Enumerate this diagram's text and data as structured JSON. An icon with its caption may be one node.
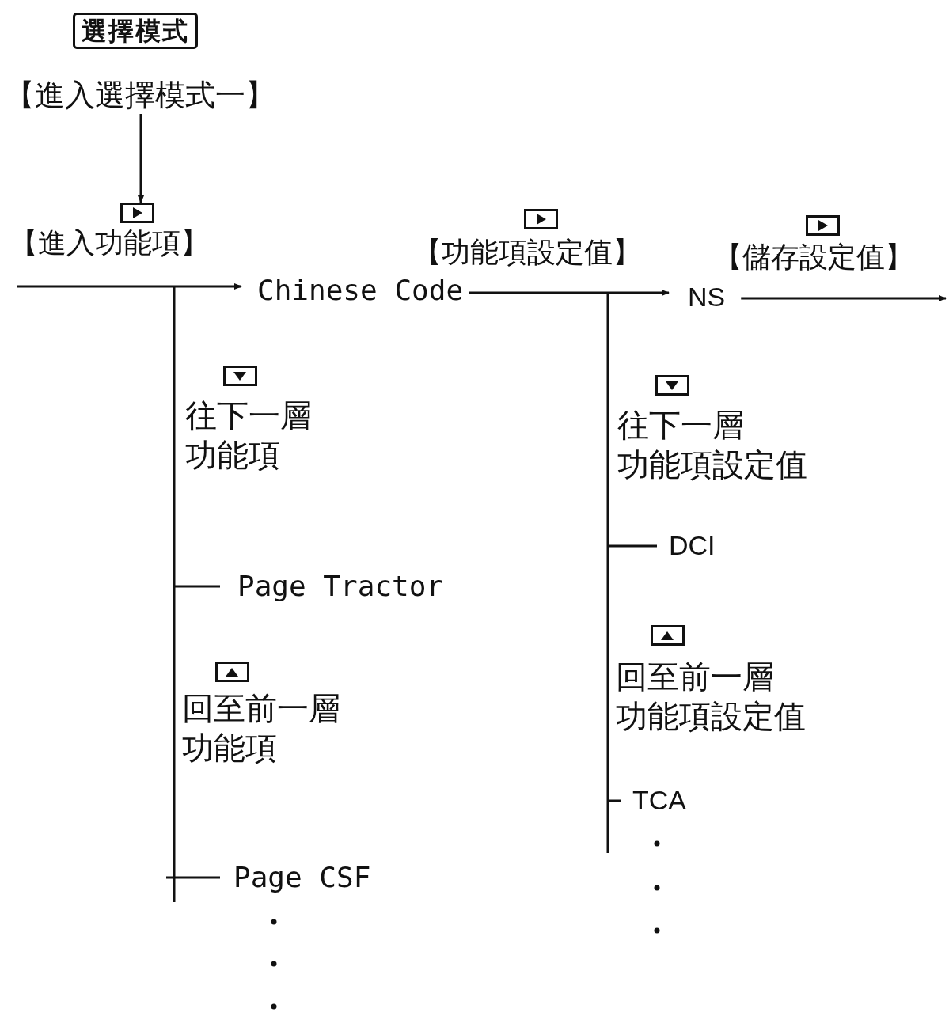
{
  "diagram": {
    "title": "選擇模式",
    "nodes": [
      {
        "text": [
          "【進入選擇模式一】"
        ]
      },
      {
        "text": [
          "Chinese Code"
        ]
      },
      {
        "text": [
          "NS"
        ]
      },
      {
        "text": [
          "Page Tractor"
        ]
      },
      {
        "text": [
          "Page CSF"
        ]
      },
      {
        "text": [
          "DCI"
        ]
      },
      {
        "text": [
          "TCA"
        ]
      },
      {
        "text": [],
        "shape": "box"
      }
    ],
    "edges": [
      {
        "from": 0,
        "to": 7,
        "arrow": "to"
      },
      {
        "from": null,
        "to": 1,
        "arrow": "to",
        "label": "【進入功能項】"
      },
      {
        "from": 1,
        "to": 2,
        "arrow": "to",
        "label": "【功能項設定值】"
      },
      {
        "from": 2,
        "to": null,
        "arrow": "to",
        "label": "【儲存設定值】"
      },
      {
        "from": null,
        "to": 3,
        "arrow": "none"
      },
      {
        "from": null,
        "to": 4,
        "arrow": "none"
      },
      {
        "from": null,
        "to": 5,
        "arrow": "none"
      },
      {
        "from": null,
        "to": 6,
        "arrow": "none"
      }
    ],
    "labels": [
      "往下一層功能項",
      "回至前一層功能項",
      "往下一層功能項設定值",
      "回至前一層功能項設定值"
    ]
  }
}
